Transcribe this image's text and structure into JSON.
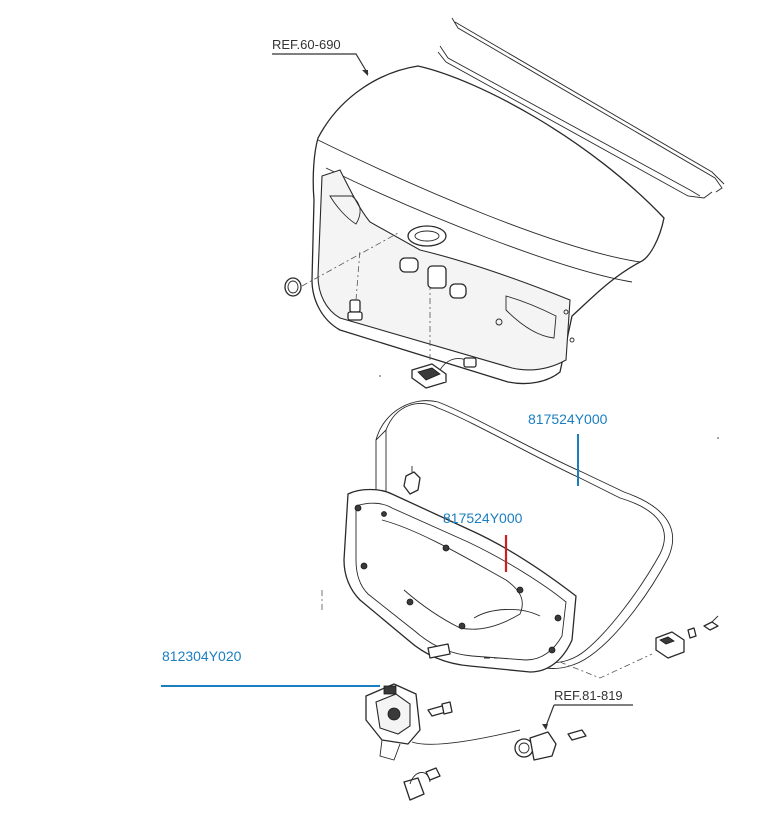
{
  "colors": {
    "blue_label": "#1b7ec1",
    "red_marker": "#cc1f1f",
    "line": "#2a2a2a"
  },
  "references": {
    "trunk_lid": "REF.60-690",
    "lock_actuator": "REF.81-819"
  },
  "part_numbers": {
    "weatherstrip": "817524Y000",
    "trim_panel": "817524Y000",
    "latch_assembly": "812304Y020"
  }
}
